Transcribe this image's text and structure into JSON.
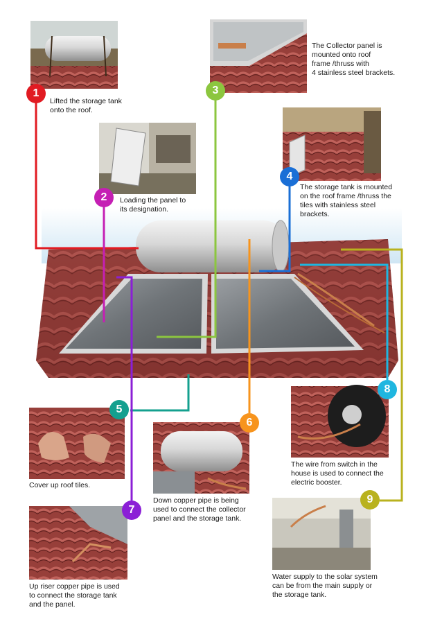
{
  "steps": [
    {
      "number": "1",
      "caption_lines": [
        "Lifted the storage tank",
        "onto the roof."
      ],
      "color": "#e11b22"
    },
    {
      "number": "2",
      "caption_lines": [
        "Loading the panel to",
        "its designation."
      ],
      "color": "#c51fb4"
    },
    {
      "number": "3",
      "caption_lines": [
        "The Collector panel is",
        "mounted onto roof",
        "frame /thruss with",
        "4 stainless steel brackets."
      ],
      "color": "#8cc63f"
    },
    {
      "number": "4",
      "caption_lines": [
        "The storage tank is mounted",
        "on the roof frame /thruss the",
        "tiles with stainless steel",
        "brackets."
      ],
      "color": "#1a6fd6"
    },
    {
      "number": "5",
      "caption_lines": [
        "Cover up roof tiles."
      ],
      "color": "#14a08f"
    },
    {
      "number": "6",
      "caption_lines": [
        "Down copper pipe is being",
        "used to connect the collector",
        "panel and the storage tank."
      ],
      "color": "#f7941d"
    },
    {
      "number": "7",
      "caption_lines": [
        "Up riser copper pipe is used",
        "to connect the storage tank",
        "and the panel."
      ],
      "color": "#8b1fd6"
    },
    {
      "number": "8",
      "caption_lines": [
        "The wire from switch in the",
        "house is used to connect the",
        "electric booster."
      ],
      "color": "#1fb6e0"
    },
    {
      "number": "9",
      "caption_lines": [
        "Water supply to the solar system",
        "can be from the main supply or",
        "the storage tank."
      ],
      "color": "#b9b21e"
    }
  ]
}
